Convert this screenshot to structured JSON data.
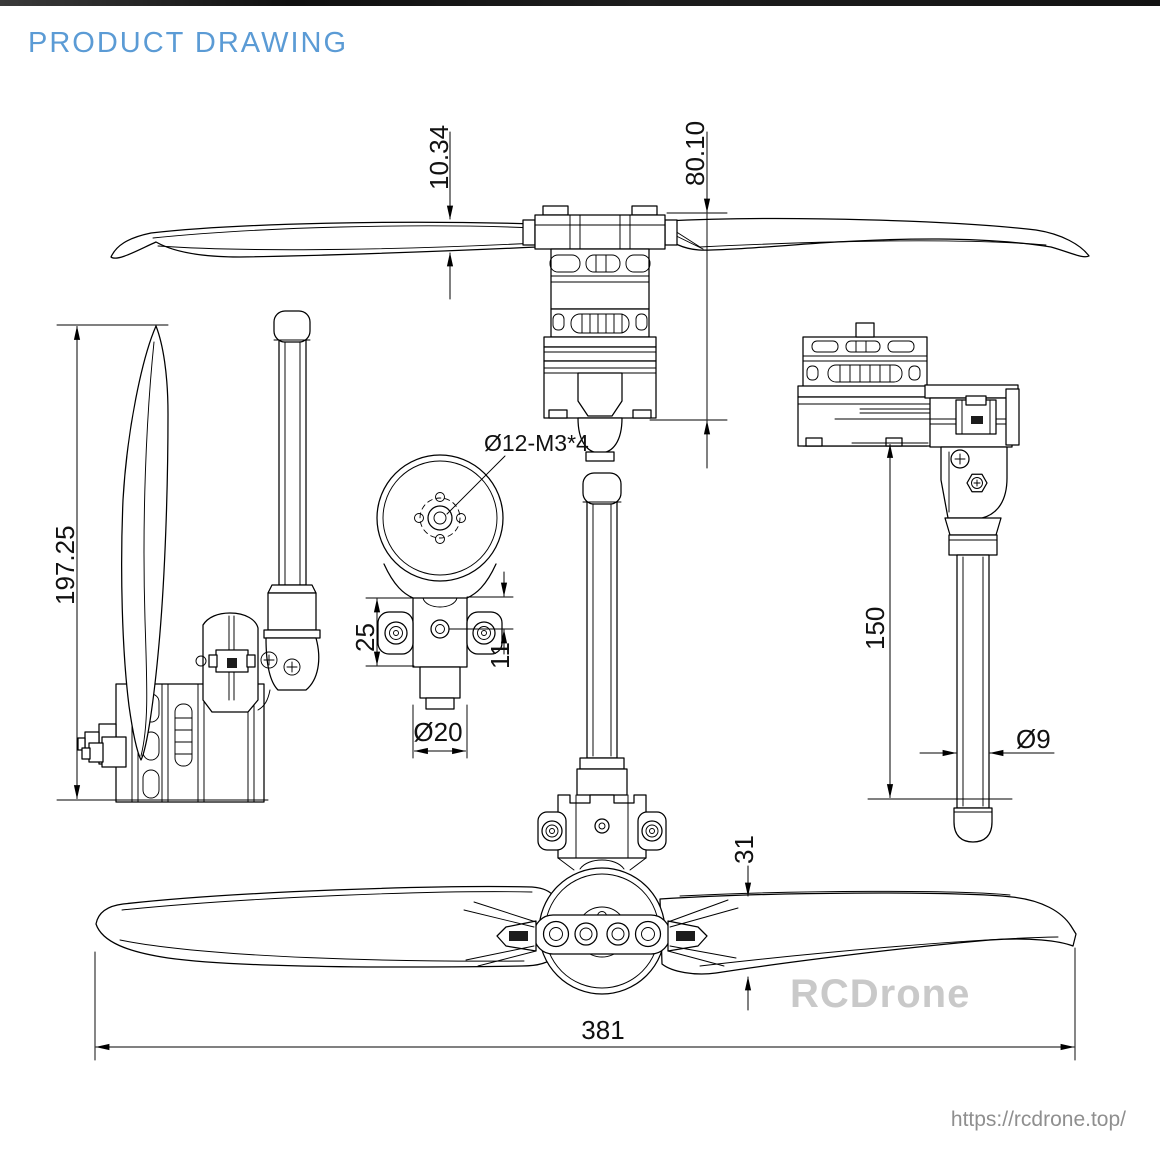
{
  "page": {
    "title": "PRODUCT DRAWING",
    "watermark": "RCDrone",
    "source_url": "https://rcdrone.top/"
  },
  "colors": {
    "title_blue": "#5b9bd5",
    "drawing_line": "#000000",
    "watermark_gray": "#c9c9c9",
    "url_gray": "#8f8f8f",
    "top_bar_black": "#141414",
    "background": "#ffffff"
  },
  "dimensions": {
    "blade_thickness": "10.34",
    "assembly_height": "80.10",
    "folded_length": "197.25",
    "mount_length": "25",
    "hole_offset": "11",
    "clamp_diameter": "Ø20",
    "motor_bolt_pattern": "Ø12-M3*4",
    "arm_drop_length": "150",
    "rod_diameter": "Ø9",
    "blade_chord": "31",
    "propeller_diameter": "381"
  }
}
